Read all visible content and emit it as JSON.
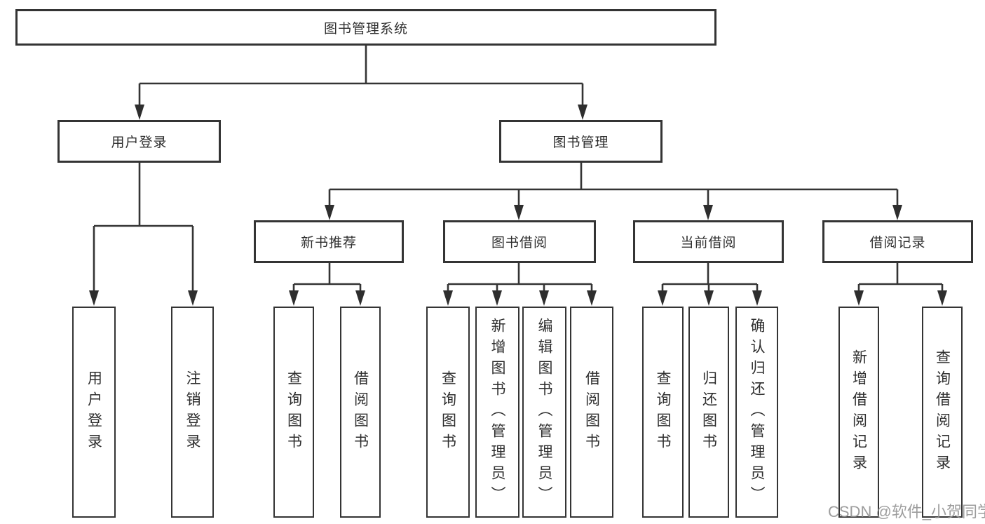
{
  "diagram": {
    "root": {
      "label": "图书管理系统"
    },
    "level2": [
      {
        "label": "用户登录"
      },
      {
        "label": "图书管理"
      }
    ],
    "level3": [
      {
        "label": "新书推荐"
      },
      {
        "label": "图书借阅"
      },
      {
        "label": "当前借阅"
      },
      {
        "label": "借阅记录"
      }
    ],
    "leaves": [
      {
        "label": "用户登录"
      },
      {
        "label": "注销登录"
      },
      {
        "label": "查询图书"
      },
      {
        "label": "借阅图书"
      },
      {
        "label": "查询图书"
      },
      {
        "label": "新增图书（管理员）"
      },
      {
        "label": "编辑图书（管理员）"
      },
      {
        "label": "借阅图书"
      },
      {
        "label": "查询图书"
      },
      {
        "label": "归还图书"
      },
      {
        "label": "确认归还（管理员）"
      },
      {
        "label": "新增借阅记录"
      },
      {
        "label": "查询借阅记录"
      }
    ],
    "colors": {
      "line": "#343434",
      "text": "#2e2e2e",
      "background": "#ffffff",
      "watermark": "#8f8f8f"
    }
  },
  "watermark": {
    "text": "CSDN @软件_小贺同学"
  }
}
